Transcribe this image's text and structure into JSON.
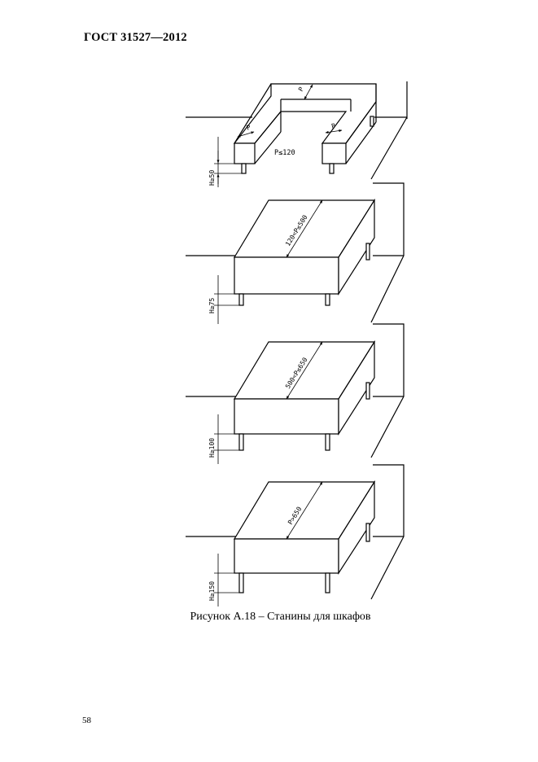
{
  "document": {
    "header": "ГОСТ 31527—2012",
    "caption": "Рисунок А.18 – Станины для шкафов",
    "page_number": "58"
  },
  "figure": {
    "frame1": {
      "label_p_top": "P",
      "label_p_left": "P",
      "label_p_right": "P",
      "label_condition": "P≤120",
      "label_height": "H≥50"
    },
    "frame2": {
      "label_depth": "120<P≤500",
      "label_height": "H≥75"
    },
    "frame3": {
      "label_depth": "500<P≤650",
      "label_height": "H≥100"
    },
    "frame4": {
      "label_depth": "P>650",
      "label_height": "H≥150"
    }
  }
}
